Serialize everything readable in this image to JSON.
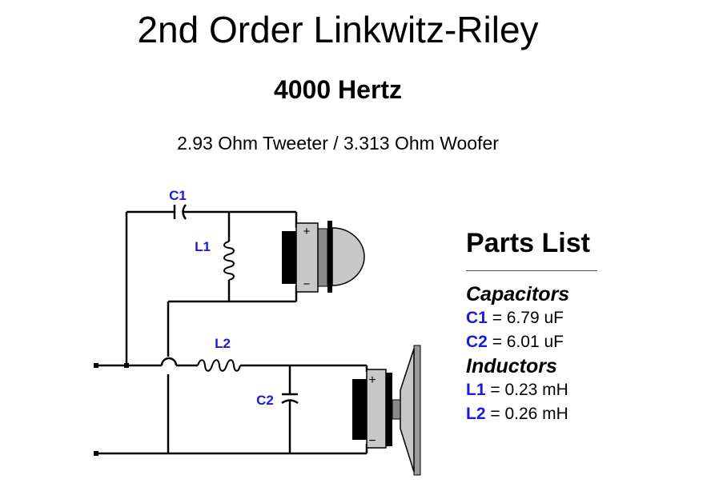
{
  "title": "2nd Order Linkwitz-Riley",
  "frequency": "4000 Hertz",
  "subtitle": "2.93 Ohm Tweeter / 3.313 Ohm Woofer",
  "schematic": {
    "c1_label": "C1",
    "l1_label": "L1",
    "l2_label": "L2",
    "c2_label": "C2",
    "plus": "+",
    "minus": "−"
  },
  "parts_list": {
    "title": "Parts List",
    "capacitors_heading": "Capacitors",
    "capacitors": [
      {
        "ref": "C1",
        "value": " = 6.79 uF"
      },
      {
        "ref": "C2",
        "value": " = 6.01 uF"
      }
    ],
    "inductors_heading": "Inductors",
    "inductors": [
      {
        "ref": "L1",
        "value": " = 0.23 mH"
      },
      {
        "ref": "L2",
        "value": " = 0.26 mH"
      }
    ]
  },
  "colors": {
    "label_blue": "#1a1adb",
    "wire": "#000000",
    "speaker_gray": "#c8c8c8"
  }
}
